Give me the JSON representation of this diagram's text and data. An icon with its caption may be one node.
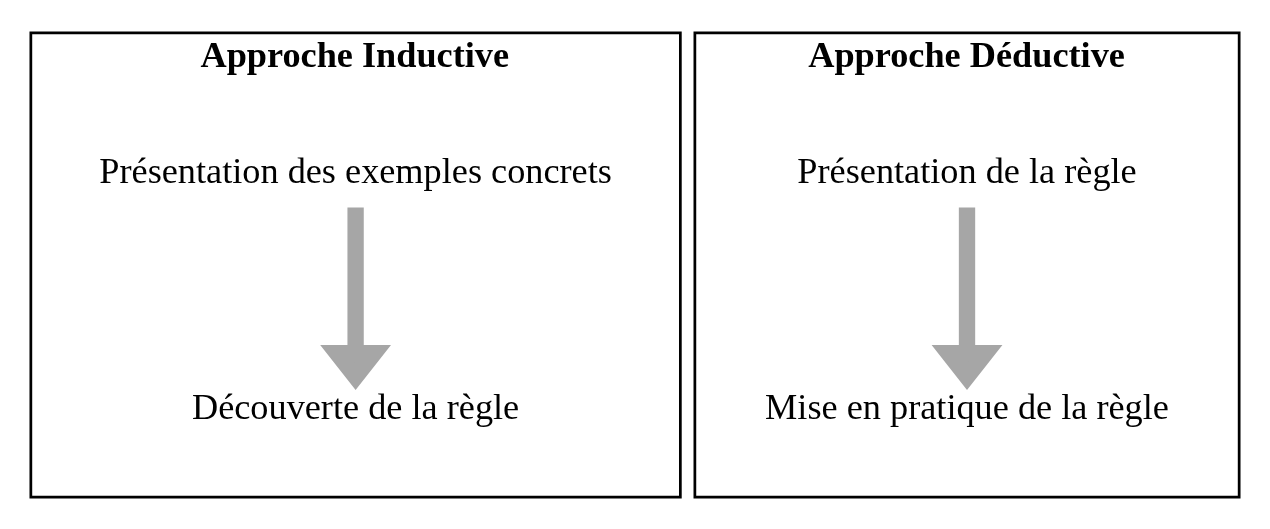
{
  "diagram": {
    "nodes": [
      {
        "text": [
          "Approche Inductive"
        ]
      },
      {
        "text": [
          "Présentation des exemples concrets"
        ],
        "in": 0
      },
      {
        "text": [
          "Découverte de la règle"
        ],
        "in": 0
      },
      {
        "text": [
          "Approche Déductive"
        ]
      },
      {
        "text": [
          "Présentation de la règle"
        ],
        "in": 3
      },
      {
        "text": [
          "Mise en pratique de la règle"
        ],
        "in": 3
      }
    ],
    "edges": [
      {
        "from": 1,
        "to": 2,
        "arrow": "to"
      },
      {
        "from": 4,
        "to": 5,
        "arrow": "to"
      }
    ]
  }
}
